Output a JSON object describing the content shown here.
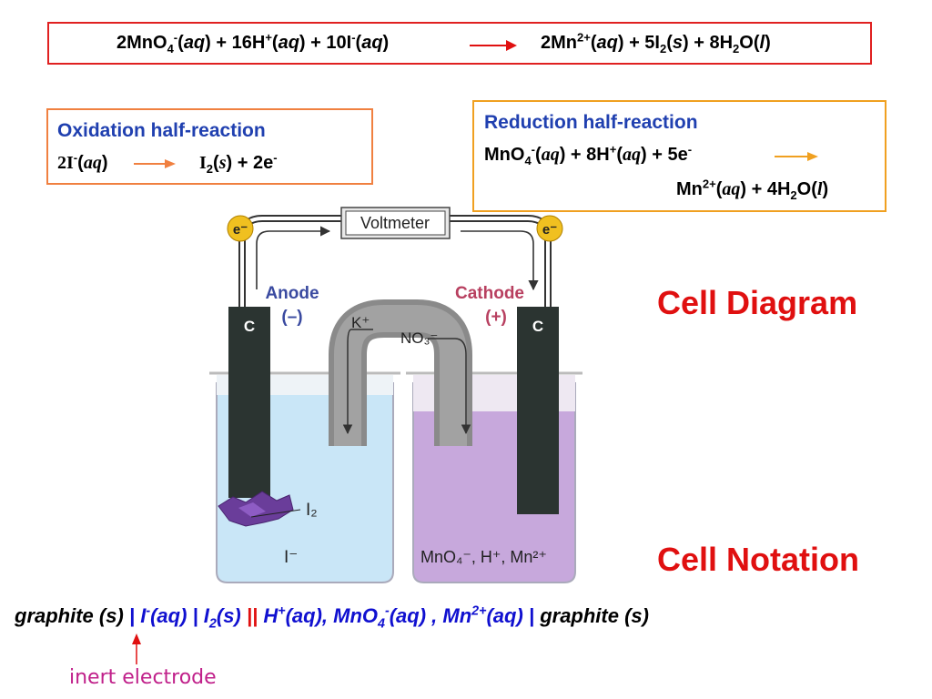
{
  "overall_reaction": {
    "reactant_1": "2MnO",
    "reactant_1_sub": "4",
    "reactant_1_sup": "-",
    "reactant_1_state": "aq",
    "plus_1": "+ 16H",
    "plus_1_sup": "+",
    "plus_1_state": "aq",
    "plus_2": "+ 10I",
    "plus_2_sup": "-",
    "plus_2_state": "aq",
    "product_1": "2Mn",
    "product_1_sup": "2+",
    "product_1_state": "aq",
    "product_2": "+ 5I",
    "product_2_sub": "2",
    "product_2_state": "s",
    "product_3": "+ 8H",
    "product_3_sub": "2",
    "product_3_tail": "O",
    "product_3_state": "l"
  },
  "oxidation": {
    "title": "Oxidation half-reaction",
    "reactant": "2I",
    "reactant_sup": "-",
    "reactant_state": "aq",
    "product": "I",
    "product_sub": "2",
    "product_state": "s",
    "electrons": "+ 2e",
    "electrons_sup": "-"
  },
  "reduction": {
    "title": "Reduction half-reaction",
    "r1": "MnO",
    "r1_sub": "4",
    "r1_sup": "-",
    "r1_state": "aq",
    "r2": "+ 8H",
    "r2_sup": "+",
    "r2_state": "aq",
    "r3": "+ 5e",
    "r3_sup": "-",
    "p1": "Mn",
    "p1_sup": "2+",
    "p1_state": "aq",
    "p2": "+ 4H",
    "p2_sub": "2",
    "p2_tail": "O",
    "p2_state": "l"
  },
  "diagram": {
    "voltmeter": "Voltmeter",
    "electron_left": "e⁻",
    "electron_right": "e⁻",
    "anode": "Anode",
    "anode_sign": "(–)",
    "cathode": "Cathode",
    "cathode_sign": "(+)",
    "electrode_left": "C",
    "electrode_right": "C",
    "salt_bridge_k": "K⁺",
    "salt_bridge_no3": "NO₃⁻",
    "iodine": "I₂",
    "iodide": "I⁻",
    "right_solution": "MnO₄⁻, H⁺, Mn²⁺"
  },
  "labels": {
    "cell_diagram": "Cell Diagram",
    "cell_notation": "Cell Notation"
  },
  "notation": {
    "p1": "graphite (s)",
    "bar1": " | ",
    "p2": "I",
    "p2_sup": "-",
    "p3": "(aq)",
    "bar2": " | ",
    "p4": "I",
    "p4_sub": "2",
    "p5": "(s)",
    "bar3": " || ",
    "p6": "H",
    "p6_sup": "+",
    "p7": "(aq), MnO",
    "p7_sub": "4",
    "p7_sup": "-",
    "p8": "(aq) , Mn",
    "p8_sup": "2+",
    "p9": "(aq)",
    "bar4": " | ",
    "p10": "graphite (s)"
  },
  "annotation": {
    "inert_electrode": "inert electrode"
  },
  "colors": {
    "red": "#e01010",
    "blue_header": "#2040b0",
    "notation_blue": "#1010d0",
    "annotation_magenta": "#c0208a",
    "left_solution": "#c9e6f7",
    "right_solution": "#c7a8dc"
  }
}
